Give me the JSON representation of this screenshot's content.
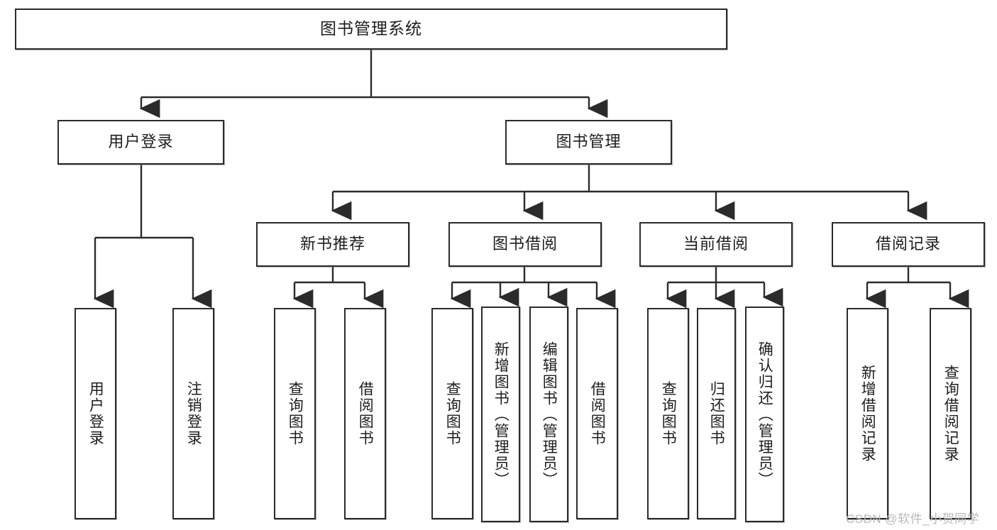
{
  "diagram": {
    "title": "图书管理系统",
    "type": "tree-hierarchy",
    "watermark": "CSDN @软件_小贺同学",
    "colors": {
      "border": "#2b2b2b",
      "text": "#1d1d1d",
      "background": "#ffffff",
      "watermark": "#b9b9b9"
    },
    "nodes": {
      "root": {
        "label": "图书管理系统"
      },
      "level2": [
        {
          "id": "user-login",
          "label": "用户登录"
        },
        {
          "id": "book-manage",
          "label": "图书管理"
        }
      ],
      "level3": [
        {
          "id": "new-book-recommend",
          "label": "新书推荐"
        },
        {
          "id": "book-borrow",
          "label": "图书借阅"
        },
        {
          "id": "current-borrow",
          "label": "当前借阅"
        },
        {
          "id": "borrow-record",
          "label": "借阅记录"
        }
      ],
      "leaves": {
        "user_login": [
          {
            "id": "leaf-user-login",
            "label": "用户登录"
          },
          {
            "id": "leaf-logout-login",
            "label": "注销登录"
          }
        ],
        "new_book_recommend": [
          {
            "id": "leaf-query-book-1",
            "label": "查询图书"
          },
          {
            "id": "leaf-borrow-book-1",
            "label": "借阅图书"
          }
        ],
        "book_borrow": [
          {
            "id": "leaf-query-book-2",
            "label": "查询图书"
          },
          {
            "id": "leaf-add-book",
            "label": "新增图书（管理员）"
          },
          {
            "id": "leaf-edit-book",
            "label": "编辑图书（管理员）"
          },
          {
            "id": "leaf-borrow-book-2",
            "label": "借阅图书"
          }
        ],
        "current_borrow": [
          {
            "id": "leaf-query-book-3",
            "label": "查询图书"
          },
          {
            "id": "leaf-return-book",
            "label": "归还图书"
          },
          {
            "id": "leaf-confirm-return",
            "label": "确认归还（管理员）"
          }
        ],
        "borrow_record": [
          {
            "id": "leaf-add-record",
            "label": "新增借阅记录"
          },
          {
            "id": "leaf-query-record",
            "label": "查询借阅记录"
          }
        ]
      }
    }
  }
}
